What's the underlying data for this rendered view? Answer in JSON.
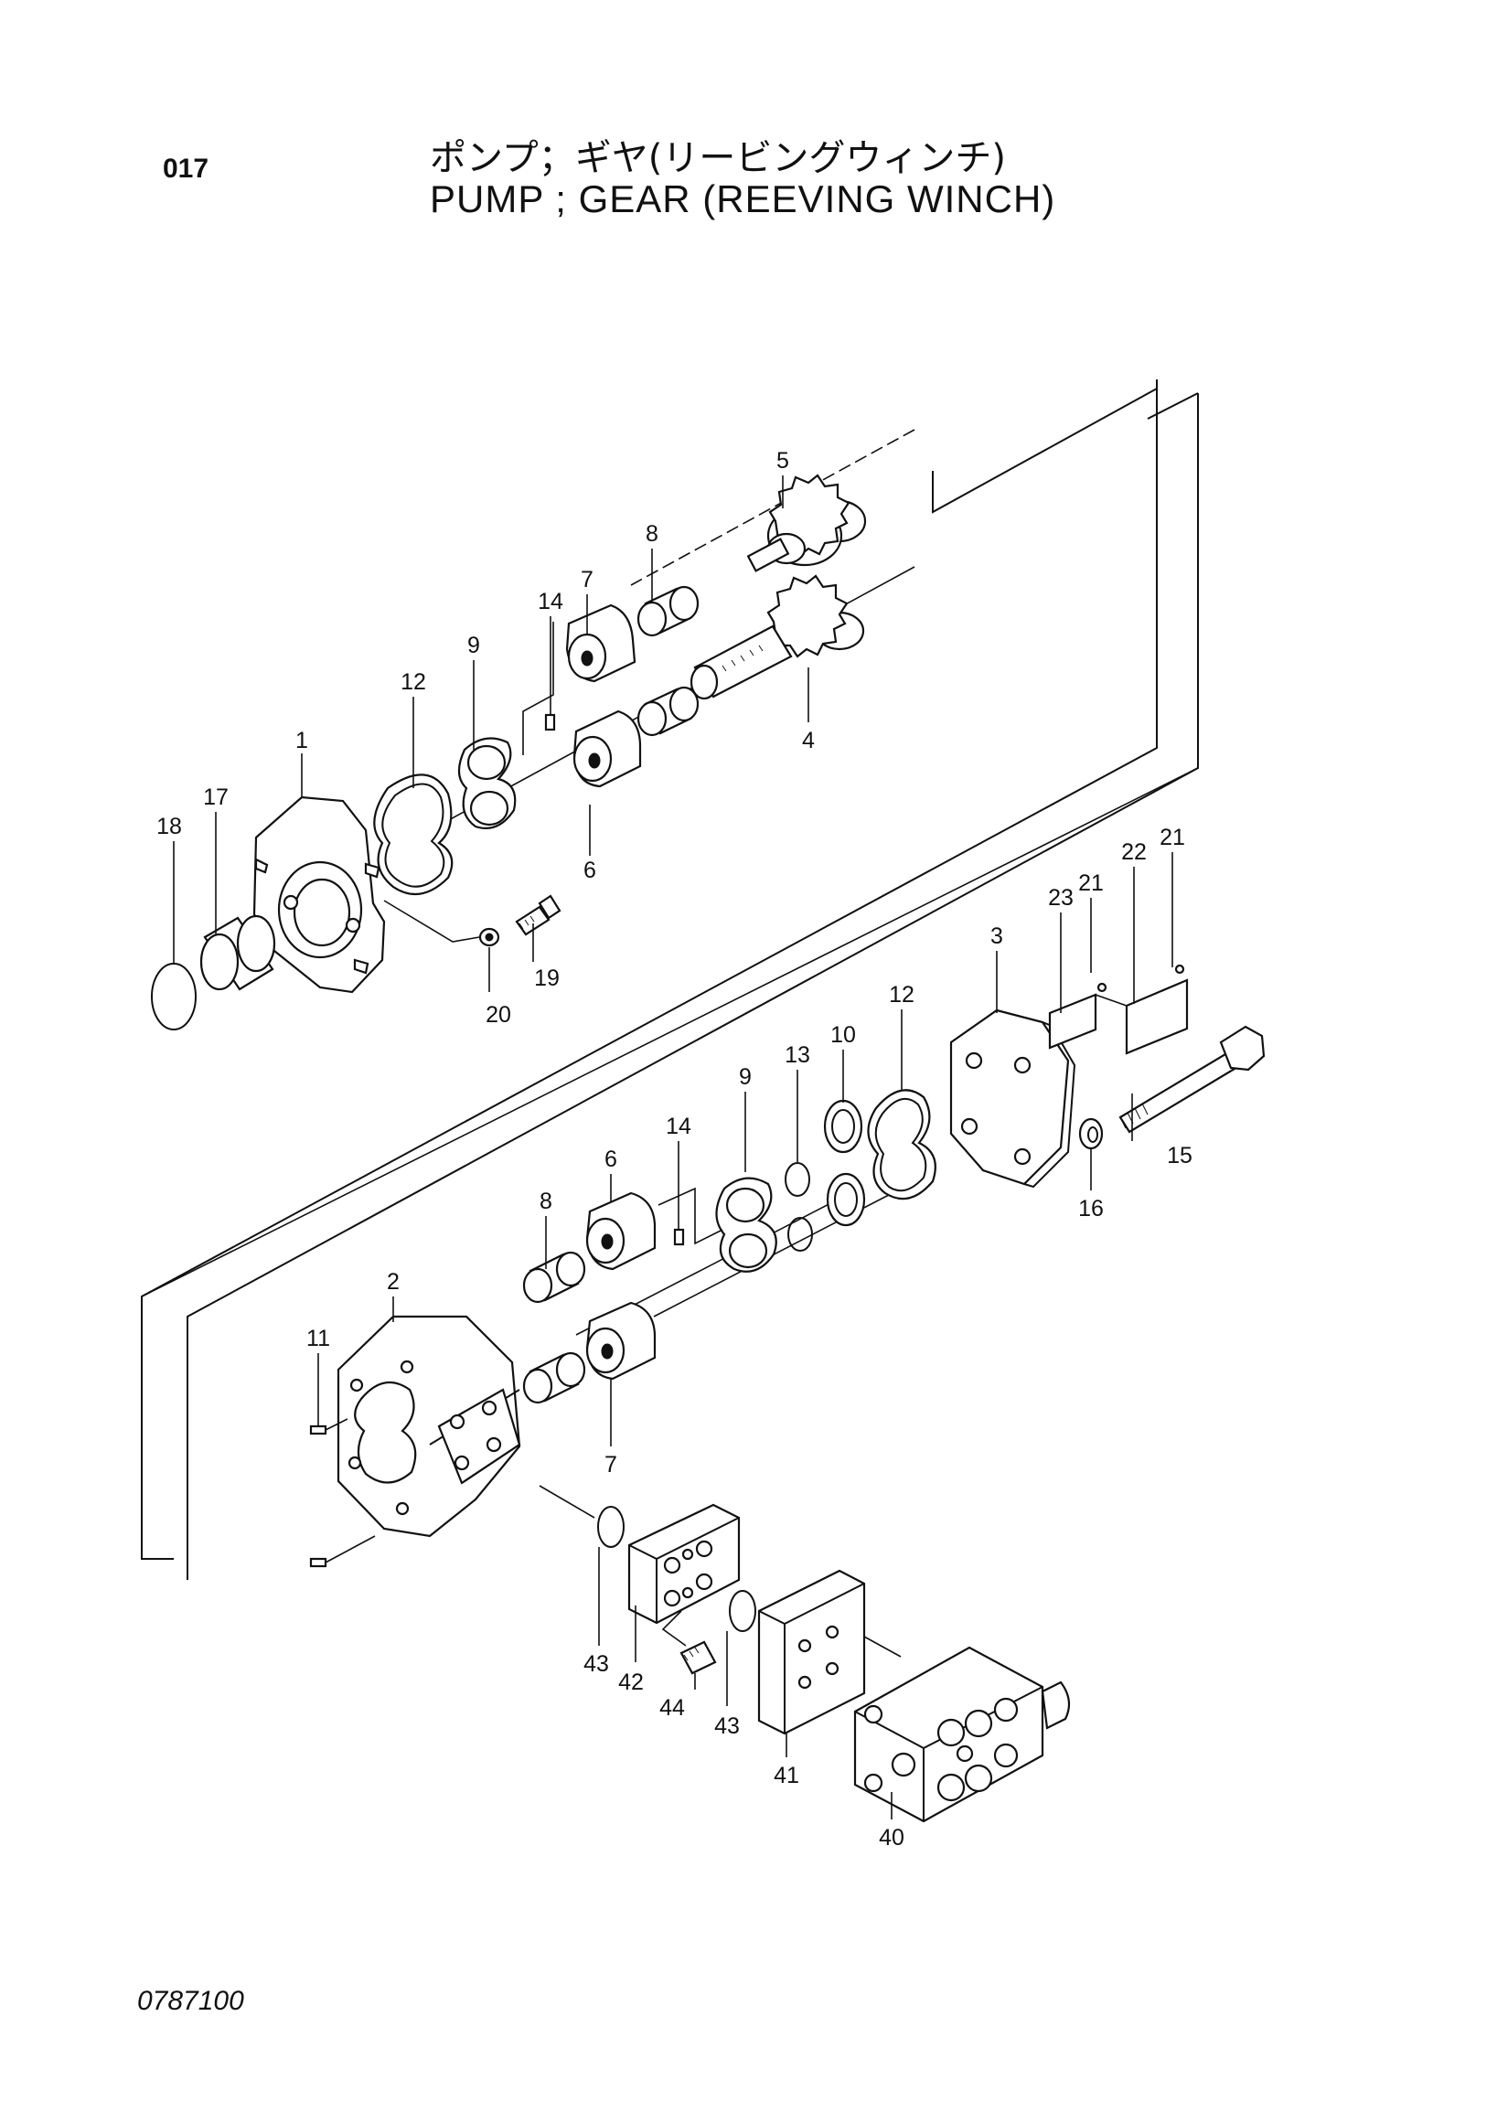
{
  "header": {
    "page_number": "017",
    "title_jp": "ポンプ；ギヤ(リービングウィンチ)",
    "title_en": "PUMP ; GEAR (REEVING WINCH)"
  },
  "footer": {
    "drawing_number": "0787100"
  },
  "callouts": [
    "1",
    "2",
    "3",
    "4",
    "5",
    "6",
    "6",
    "7",
    "7",
    "8",
    "8",
    "9",
    "9",
    "10",
    "11",
    "12",
    "12",
    "13",
    "14",
    "14",
    "15",
    "16",
    "17",
    "18",
    "19",
    "20",
    "21",
    "21",
    "22",
    "23",
    "40",
    "41",
    "42",
    "43",
    "43",
    "44"
  ]
}
